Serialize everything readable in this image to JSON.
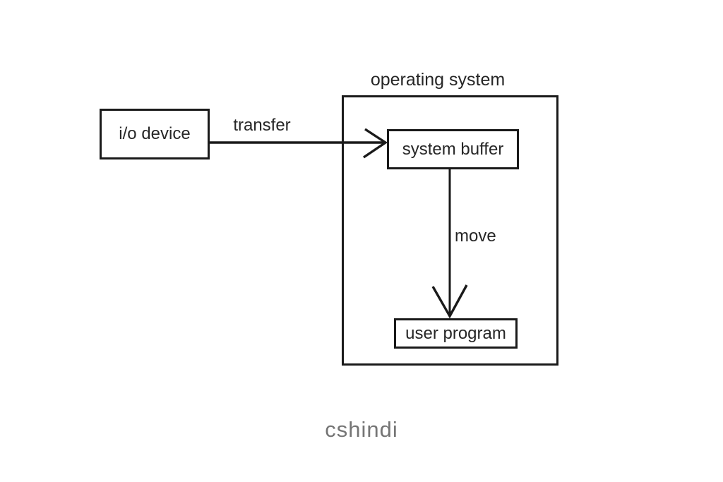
{
  "diagram": {
    "title": "operating system",
    "nodes": {
      "io_device": {
        "label": "i/o device"
      },
      "system_buffer": {
        "label": "system buffer"
      },
      "user_program": {
        "label": "user program"
      }
    },
    "edges": {
      "transfer": {
        "label": "transfer",
        "from": "io_device",
        "to": "system_buffer"
      },
      "move": {
        "label": "move",
        "from": "system_buffer",
        "to": "user_program"
      }
    },
    "watermark": "cshindi",
    "colors": {
      "line": "#1a1a1a",
      "text": "#262626",
      "watermark": "#757575",
      "background": "#ffffff"
    }
  }
}
